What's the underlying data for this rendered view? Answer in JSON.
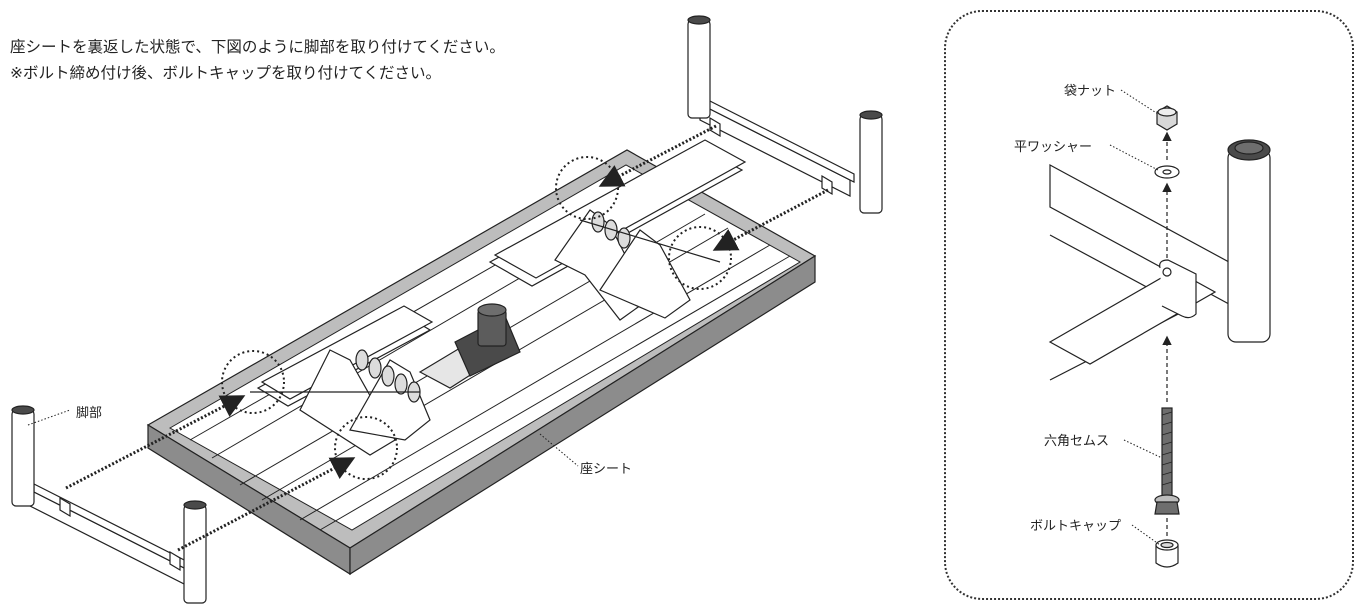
{
  "instructions": {
    "line1": "座シートを裏返した状態で、下図のように脚部を取り付けてください。",
    "line2": "※ボルト締め付け後、ボルトキャップを取り付けてください。"
  },
  "labels": {
    "leg": "脚部",
    "seat": "座シート",
    "cap_nut": "袋ナット",
    "flat_washer": "平ワッシャー",
    "hex_bolt": "六角セムス",
    "bolt_cap": "ボルトキャップ"
  },
  "colors": {
    "line": "#222222",
    "frame_gray": "#8c8c8c",
    "jack_dark": "#4a4a4a",
    "leg_white": "#ffffff"
  }
}
